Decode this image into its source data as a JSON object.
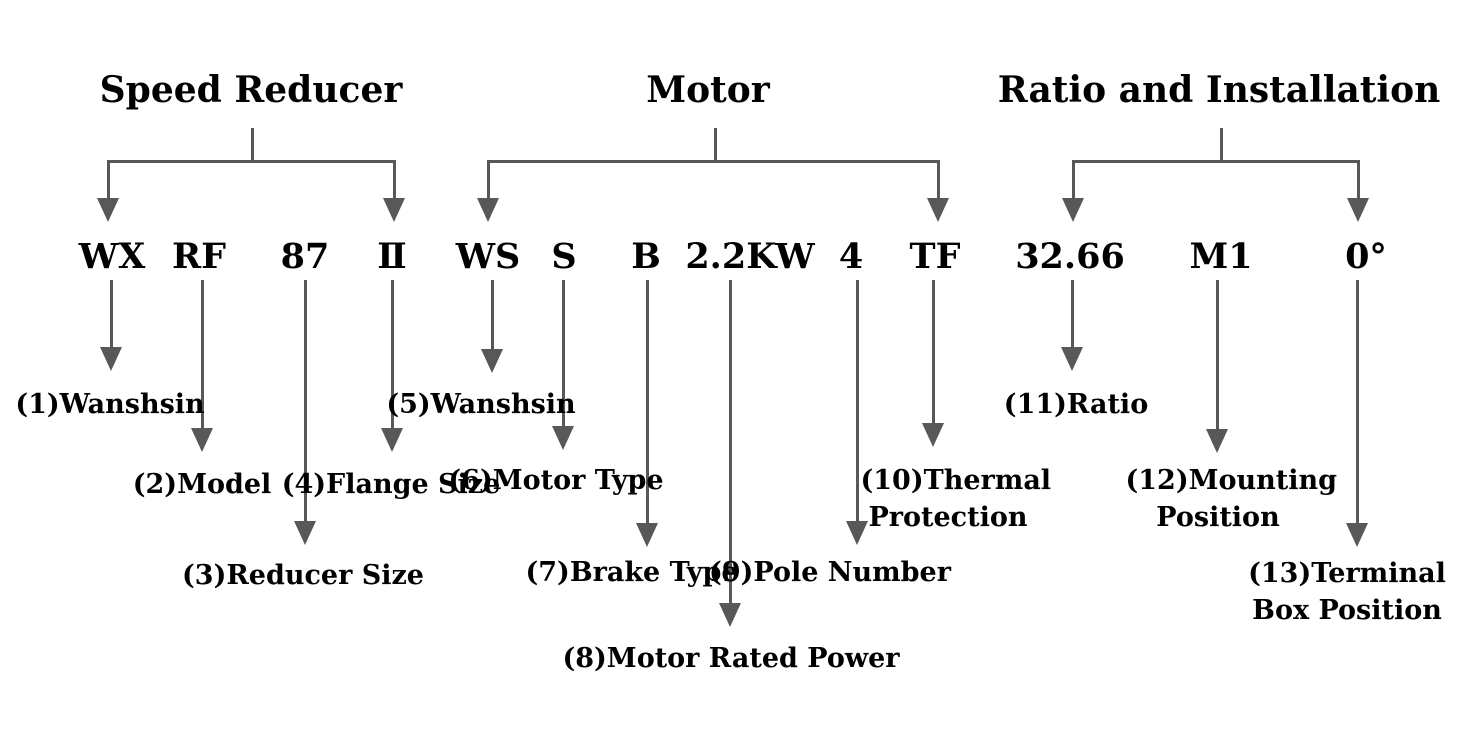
{
  "diagram": {
    "description": "Gearmotor model code nomenclature tree",
    "line_color": "#58585a",
    "text_color": "#000000",
    "groups": [
      {
        "title": "Speed Reducer",
        "items": [
          {
            "code": "WX",
            "label": "(1)Wanshsin"
          },
          {
            "code": "RF",
            "label": "(2)Model"
          },
          {
            "code": "87",
            "label": "(3)Reducer Size"
          },
          {
            "code": "Ⅱ",
            "label": "(4)Flange Size"
          }
        ]
      },
      {
        "title": "Motor",
        "items": [
          {
            "code": "WS",
            "label": "(5)Wanshsin"
          },
          {
            "code": "S",
            "label": "(6)Motor Type"
          },
          {
            "code": "B",
            "label": "(7)Brake Type"
          },
          {
            "code": "2.2KW",
            "label": "(8)Motor Rated Power"
          },
          {
            "code": "4",
            "label": "(9)Pole Number"
          },
          {
            "code": "TF",
            "label": "(10)Thermal Protection"
          }
        ]
      },
      {
        "title": "Ratio and Installation",
        "items": [
          {
            "code": "32.66",
            "label": "(11)Ratio"
          },
          {
            "code": "M1",
            "label": "(12)Mounting Position"
          },
          {
            "code": "0°",
            "label": "(13)Terminal Box Position"
          }
        ]
      }
    ]
  }
}
